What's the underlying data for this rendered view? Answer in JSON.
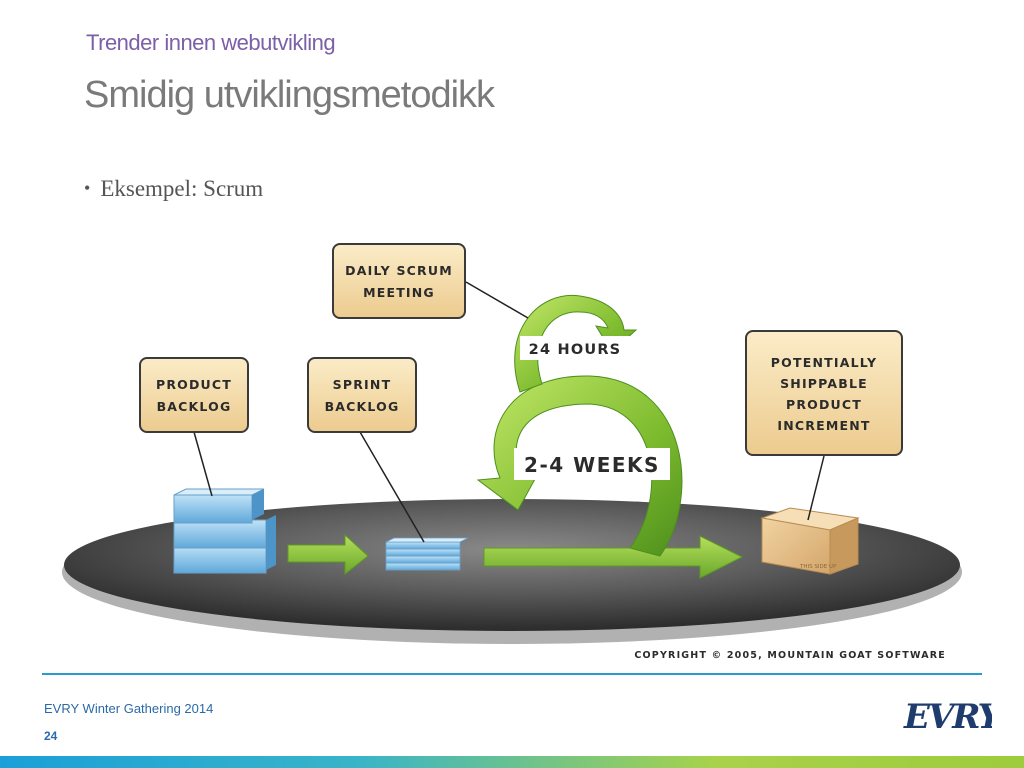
{
  "header": {
    "subtitle": "Trender innen webutvikling",
    "title": "Smidig utviklingsmetodikk"
  },
  "content": {
    "bullet_symbol": "•",
    "bullet_text": "Eksempel: Scrum"
  },
  "diagram": {
    "daily_scrum": {
      "line1": "Daily Scrum",
      "line2": "Meeting"
    },
    "product_backlog": {
      "line1": "Product",
      "line2": "Backlog"
    },
    "sprint_backlog": {
      "line1": "Sprint",
      "line2": "Backlog"
    },
    "increment": {
      "line1": "Potentially",
      "line2": "Shippable",
      "line3": "Product",
      "line4": "Increment"
    },
    "hours_label": "24 Hours",
    "weeks_label": "2-4 Weeks",
    "box_text_small": "THIS SIDE UP",
    "copyright": "Copyright © 2005, Mountain Goat Software",
    "colors": {
      "label_fill": "#f3d9a8",
      "arrow_green": "#8cc63f",
      "platform_dark": "#3d3d3d",
      "backlog_blue": "#8cc4e8",
      "package_tan": "#e6c08a"
    }
  },
  "footer": {
    "event": "EVRY Winter Gathering 2014",
    "page_number": "24",
    "logo_text": "EVRY"
  },
  "icons": [
    "bullet-icon",
    "evry-logo"
  ]
}
